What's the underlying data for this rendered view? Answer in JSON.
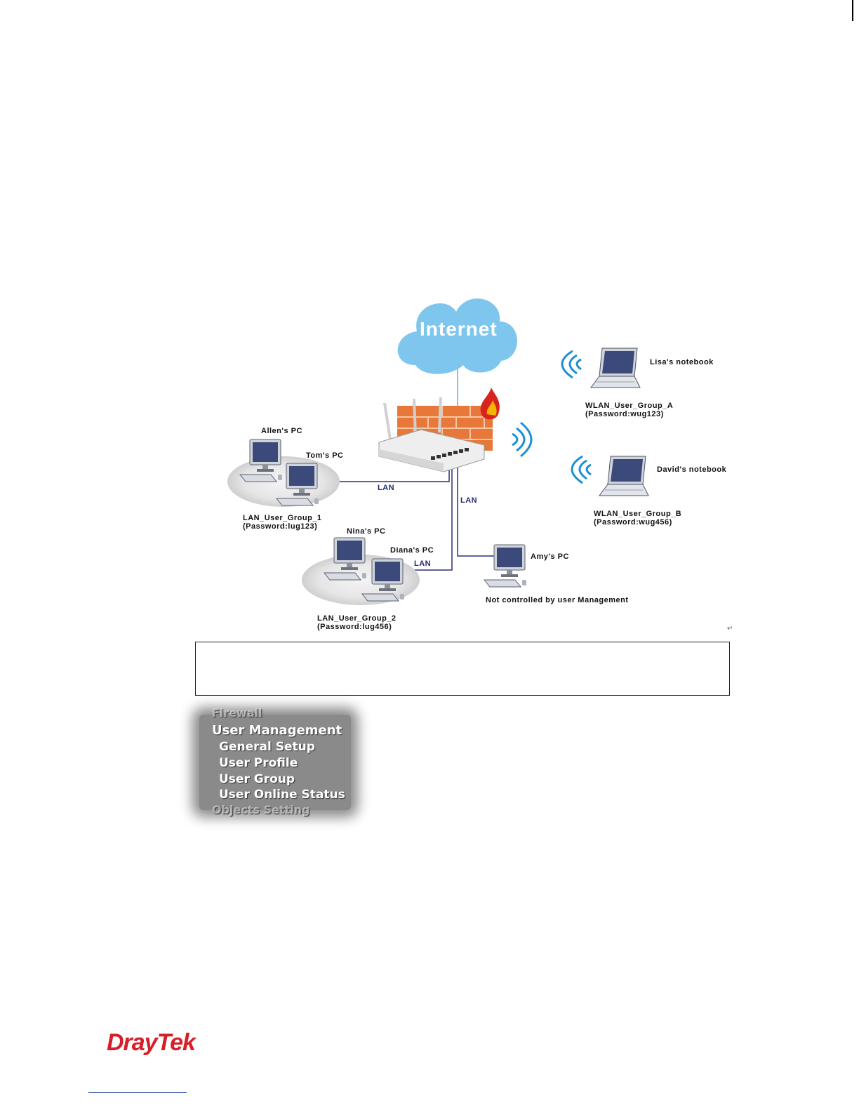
{
  "diagram": {
    "internet": "Internet",
    "allen": "Allen's PC",
    "tom": "Tom's PC",
    "group1_name": "LAN_User_Group_1",
    "group1_pass": "(Password:lug123)",
    "nina": "Nina's PC",
    "diana": "Diana's PC",
    "group2_name": "LAN_User_Group_2",
    "group2_pass": "(Password:lug456)",
    "amy": "Amy's PC",
    "not_controlled": "Not controlled by user Management",
    "lisa": "Lisa's notebook",
    "wlan_a_name": "WLAN_User_Group_A",
    "wlan_a_pass": "(Password:wug123)",
    "david": "David's notebook",
    "wlan_b_name": "WLAN_User_Group_B",
    "wlan_b_pass": "(Password:wug456)",
    "lan1": "LAN",
    "lan2": "LAN",
    "lan3": "LAN",
    "return_mark": "↵"
  },
  "menu": {
    "above": "Firewall",
    "title": "User Management",
    "items": [
      "General Setup",
      "User Profile",
      "User Group",
      "User Online Status"
    ],
    "below": "Objects Setting"
  },
  "footer": {
    "logo": "DrayTek"
  },
  "colors": {
    "cloud": "#7ec6ee",
    "brick": "#e8783a",
    "lan_line": "#2a2f7a",
    "wifi": "#1b8fd6",
    "logo_red": "#d61f26"
  }
}
